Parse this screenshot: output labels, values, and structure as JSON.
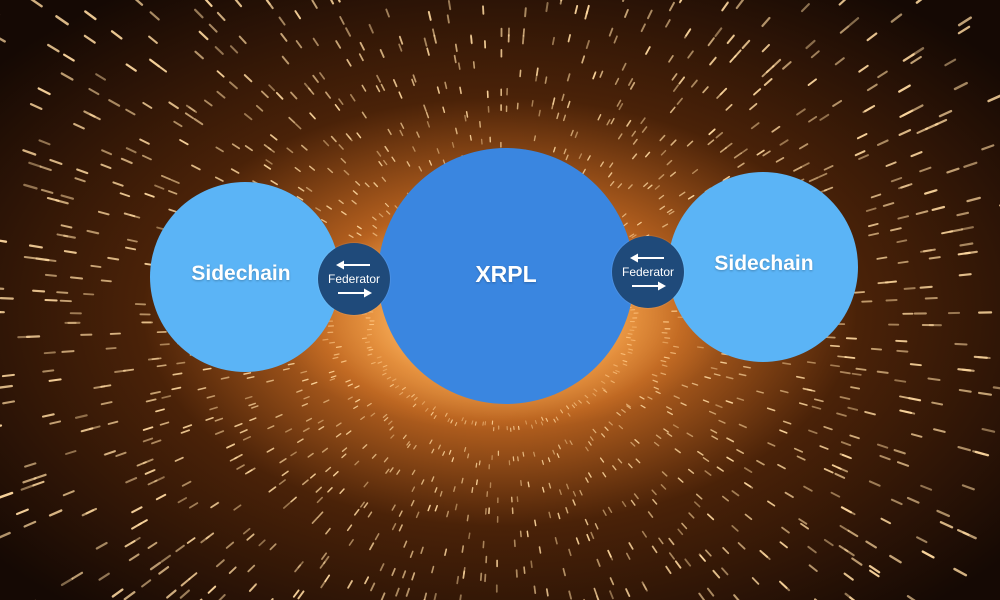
{
  "diagram": {
    "left_node": {
      "label": "Sidechain",
      "color": "#5bb4f6"
    },
    "center_node": {
      "label": "XRPL",
      "color": "#3a86e0"
    },
    "right_node": {
      "label": "Sidechain",
      "color": "#5bb4f6"
    },
    "left_federator": {
      "label": "Federator",
      "color": "#1f4a7a",
      "arrow_top": "left",
      "arrow_bottom": "right"
    },
    "right_federator": {
      "label": "Federator",
      "color": "#1f4a7a",
      "arrow_top": "left",
      "arrow_bottom": "right"
    }
  },
  "background": {
    "description_icon": "light-burst-background",
    "glow_color": "#ffb560",
    "dark_color": "#1b0c04"
  }
}
